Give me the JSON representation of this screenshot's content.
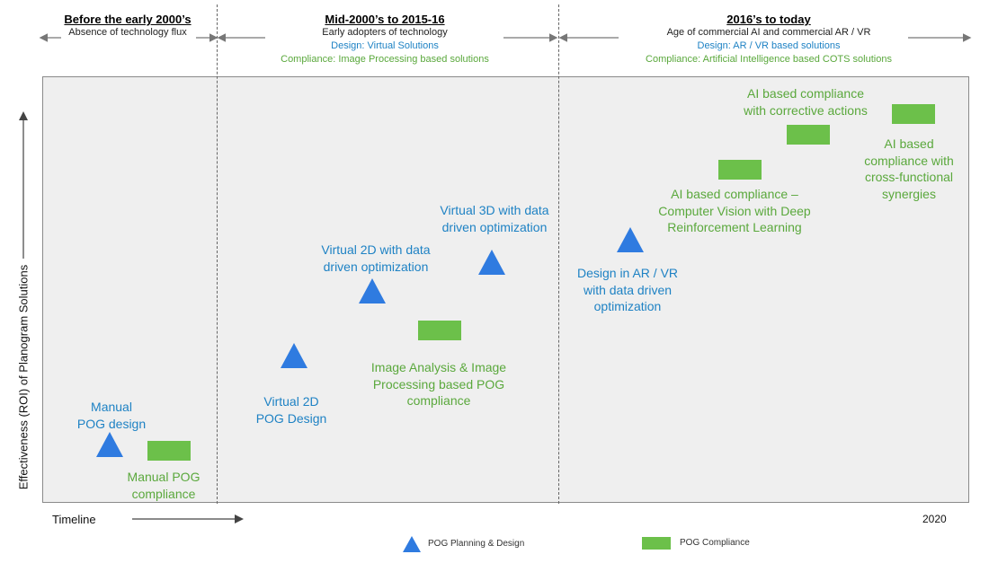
{
  "eras": [
    {
      "title": "Before the early 2000’s",
      "sub": "Absence of technology flux"
    },
    {
      "title": "Mid-2000’s to 2015-16",
      "sub": "Early adopters of technology",
      "design": "Design: Virtual Solutions",
      "compliance": "Compliance: Image Processing based solutions"
    },
    {
      "title": "2016’s to today",
      "sub": "Age of commercial AI and commercial AR / VR",
      "design": "Design: AR / VR based solutions",
      "compliance": "Compliance: Artificial Intelligence based COTS solutions"
    }
  ],
  "planning_labels": [
    "Manual\nPOG design",
    "Virtual 2D\nPOG Design",
    "Virtual 2D with data\ndriven optimization",
    "Virtual 3D with data\ndriven optimization",
    "Design in AR / VR\nwith data driven\noptimization"
  ],
  "compliance_labels": [
    "Manual POG\ncompliance",
    "Image Analysis & Image\nProcessing based POG\ncompliance",
    "AI based compliance –\nComputer Vision with Deep\nReinforcement Learning",
    "AI based compliance\nwith corrective actions",
    "AI based\ncompliance with\ncross-functional\nsynergies"
  ],
  "axis": {
    "y_label": "Effectiveness (ROI) of Planogram Solutions",
    "x_label": "Timeline",
    "year": "2020"
  },
  "legend": {
    "planning": "POG Planning & Design",
    "compliance": "POG Compliance"
  },
  "colors": {
    "planning_marker": "#2f7be0",
    "compliance_marker": "#6cc04a",
    "design_text": "#1e82c4",
    "compliance_text": "#5aa83c"
  }
}
